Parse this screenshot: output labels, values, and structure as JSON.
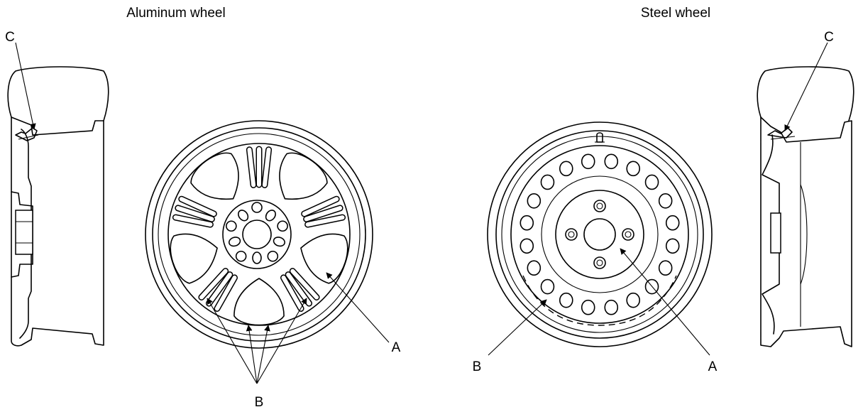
{
  "titles": {
    "aluminum": "Aluminum wheel",
    "steel": "Steel wheel"
  },
  "callouts": {
    "a": "A",
    "b": "B",
    "c": "C"
  },
  "colors": {
    "line": "#000000",
    "background": "#ffffff"
  }
}
